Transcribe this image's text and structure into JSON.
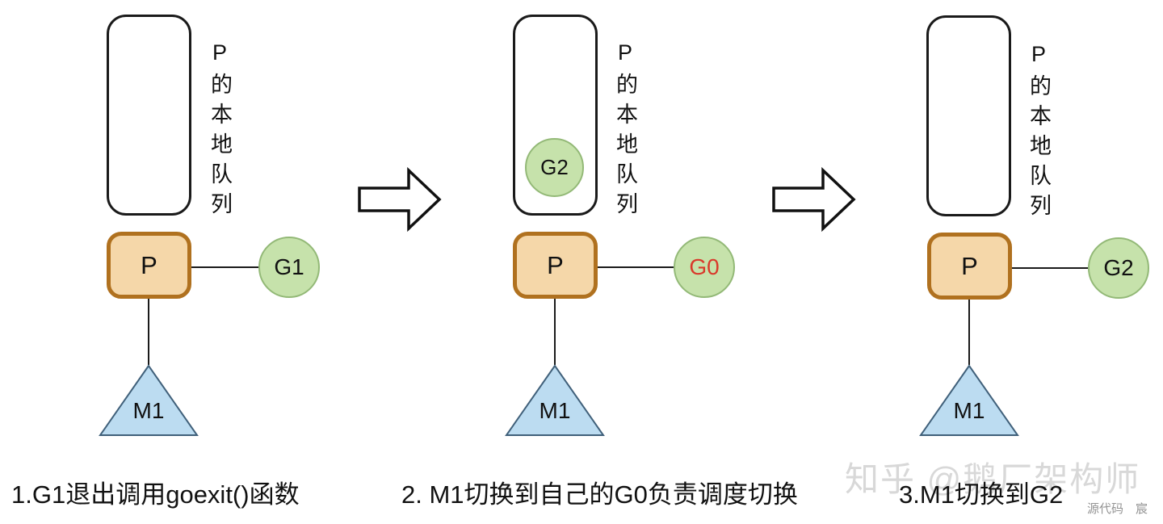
{
  "colors": {
    "p_fill": "#f5d7a9",
    "p_border": "#b0711f",
    "g_fill": "#c6e2ab",
    "g_border": "#93b977",
    "m_fill": "#bcdcf1",
    "m_border": "#40607a",
    "g0_text": "#d9392b",
    "watermark_color": "#d8d8d8",
    "credit_color": "#949494"
  },
  "panels": [
    {
      "queue_label": "P的本地队列",
      "p_label": "P",
      "g_label": "G1",
      "m_label": "M1",
      "caption": "1.G1退出调用goexit()函数"
    },
    {
      "queue_label": "P的本地队列",
      "queue_item": "G2",
      "p_label": "P",
      "g_label": "G0",
      "m_label": "M1",
      "caption": "2. M1切换到自己的G0负责调度切换"
    },
    {
      "queue_label": "P的本地队列",
      "p_label": "P",
      "g_label": "G2",
      "m_label": "M1",
      "caption": "3.M1切换到G2"
    }
  ],
  "watermark": {
    "text": "知乎 @鹅厂架构师",
    "credit": "源代码　宸"
  }
}
